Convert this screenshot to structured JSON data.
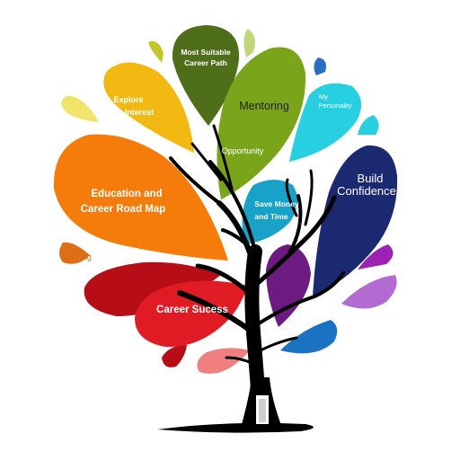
{
  "leaves": {
    "most_suitable_line1": "Most Suitable",
    "most_suitable_line2": "Career Path",
    "explore_line1": "Explore",
    "explore_line2": "Interest",
    "mentoring": "Mentoring",
    "opportunity": "Opportunity",
    "my_personality_line1": "My",
    "my_personality_line2": "Personality",
    "education_line1": "Education and",
    "education_line2": "Career Road Map",
    "save_money_line1": "Save Money",
    "save_money_line2": "and Time",
    "build_line1": "Build",
    "build_line2": "Confidence",
    "training": "Training",
    "career_success": "Career Sucess"
  },
  "colors": {
    "trunk": "#000000",
    "green_dark": "#4e6e1a",
    "green": "#7aa51a",
    "lime_light": "#bfd77a",
    "yellow": "#f3b913",
    "yellow_light": "#f2e36b",
    "orange": "#f57c0a",
    "orange_dark": "#dd6f16",
    "cyan": "#28cfe0",
    "teal_blue": "#18a2c8",
    "navy": "#1b2a70",
    "purple": "#6c1c80",
    "violet": "#9a23b3",
    "lavender": "#b36bd2",
    "blue": "#1a73c2",
    "red_dark": "#b60d17",
    "red": "#e01b24",
    "pink": "#f08080",
    "blue_small": "#2a6ec4"
  }
}
